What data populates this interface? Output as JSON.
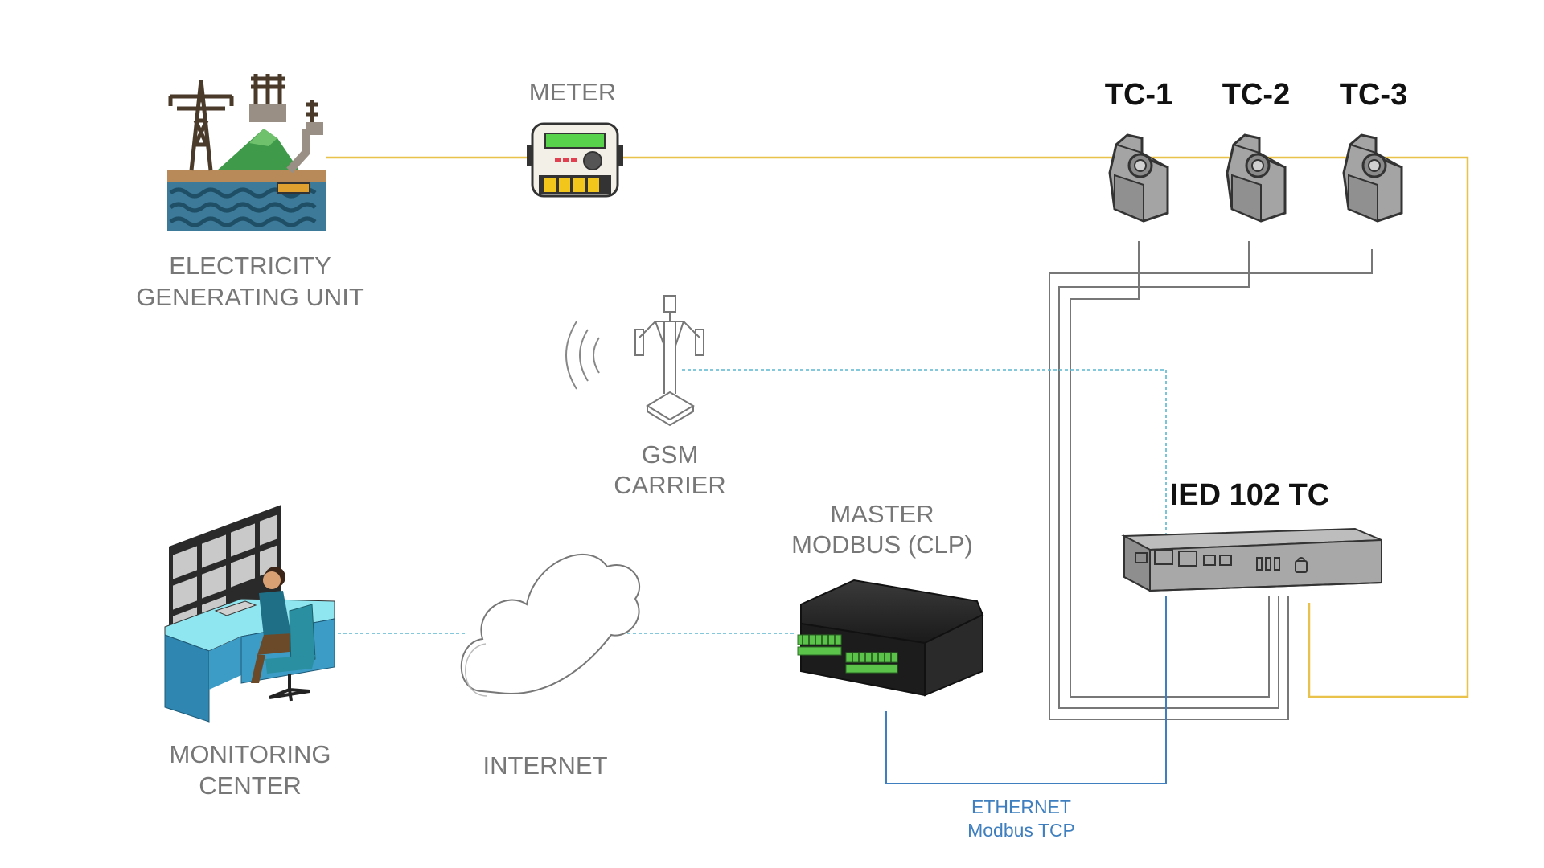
{
  "nodes": {
    "generating_unit": {
      "line1": "ELECTRICITY",
      "line2": "GENERATING UNIT"
    },
    "meter": {
      "label": "METER"
    },
    "tc1": {
      "label": "TC-1"
    },
    "tc2": {
      "label": "TC-2"
    },
    "tc3": {
      "label": "TC-3"
    },
    "gsm": {
      "line1": "GSM",
      "line2": "CARRIER"
    },
    "ied": {
      "label": "IED 102 TC"
    },
    "master": {
      "line1": "MASTER",
      "line2": "MODBUS (CLP)"
    },
    "internet": {
      "label": "INTERNET"
    },
    "monitoring": {
      "line1": "MONITORING",
      "line2": "CENTER"
    }
  },
  "links": {
    "ethernet": {
      "line1": "ETHERNET",
      "line2": "Modbus TCP"
    }
  },
  "colors": {
    "power_line": "#e8c24a",
    "cable_gray": "#777777",
    "wireless_link": "#5bb6cf",
    "ethernet_link": "#3f7fbf"
  },
  "icons": {
    "generating_unit": "power-plant-icon",
    "meter": "electric-meter-icon",
    "current_transformer": "current-transformer-icon",
    "gsm": "gsm-tower-icon",
    "ied": "ied-device-icon",
    "master": "plc-controller-icon",
    "internet": "cloud-icon",
    "monitoring": "control-room-operator-icon"
  }
}
